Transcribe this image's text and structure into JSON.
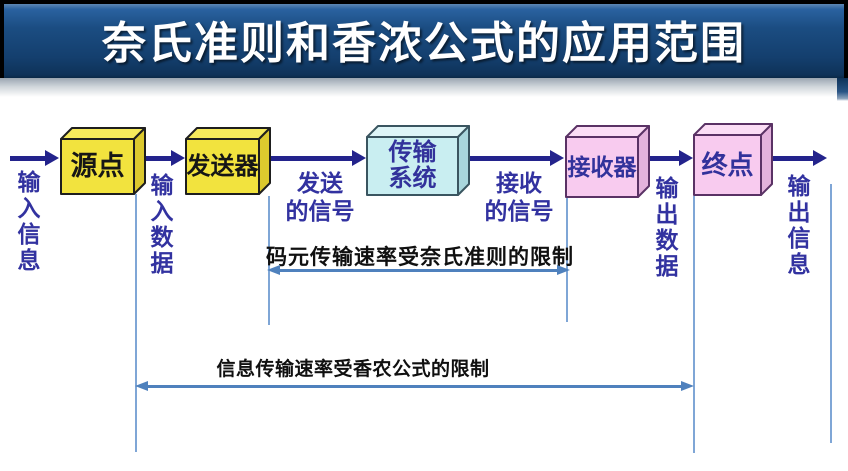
{
  "title": {
    "text": "奈氏准则和香浓公式的应用范围"
  },
  "colors": {
    "banner_blue": "#17487A",
    "flow_arrow_navy": "#23238C",
    "bracket_blue": "#4F81BD",
    "guide_line_blue": "#7FA6D6",
    "node_yellow": "#F2E33E",
    "node_cyan": "#C9EEF1",
    "node_pink": "#F8CBEF",
    "flow_label_blue": "#3232A0"
  },
  "nodes": [
    {
      "id": "source",
      "label": "源点"
    },
    {
      "id": "transmitter",
      "label": "发送器"
    },
    {
      "id": "transmission-system",
      "label": "传输\n系统"
    },
    {
      "id": "receiver",
      "label": "接收器"
    },
    {
      "id": "destination",
      "label": "终点"
    }
  ],
  "flow_labels": {
    "input_info": "输入信息",
    "input_data": "输入数据",
    "sent_signal": "发送\n的信号",
    "received_signal": "接收\n的信号",
    "output_data": "输出数据",
    "output_info": "输出信息"
  },
  "annotations": {
    "nyquist": "码元传输速率受奈氏准则的限制",
    "shannon": "信息传输速率受香农公式的限制"
  }
}
